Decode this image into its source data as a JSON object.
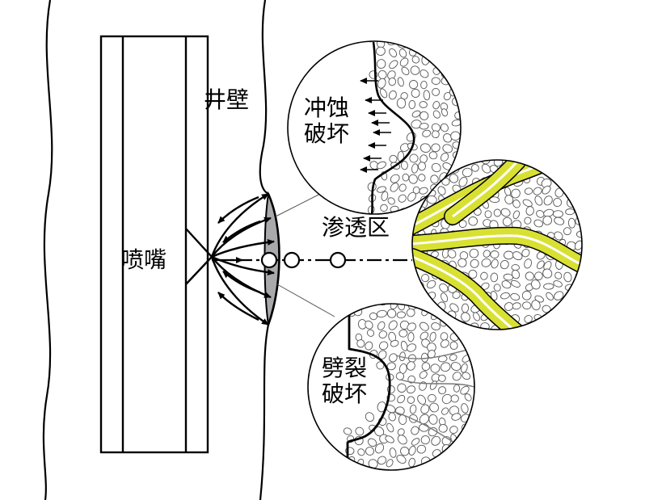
{
  "labels": {
    "wellbore_wall": "井壁",
    "nozzle": "喷嘴",
    "seepage_zone": "渗透区",
    "erosion_failure": "冲蚀破坏",
    "splitting_failure": "劈裂破坏"
  },
  "colors": {
    "line": "#000000",
    "background": "#ffffff",
    "cavity_shade": "#a9a9ad",
    "fracture_fill": "#d8e032",
    "grain_outline": "#555555",
    "crack_line": "#777777"
  }
}
